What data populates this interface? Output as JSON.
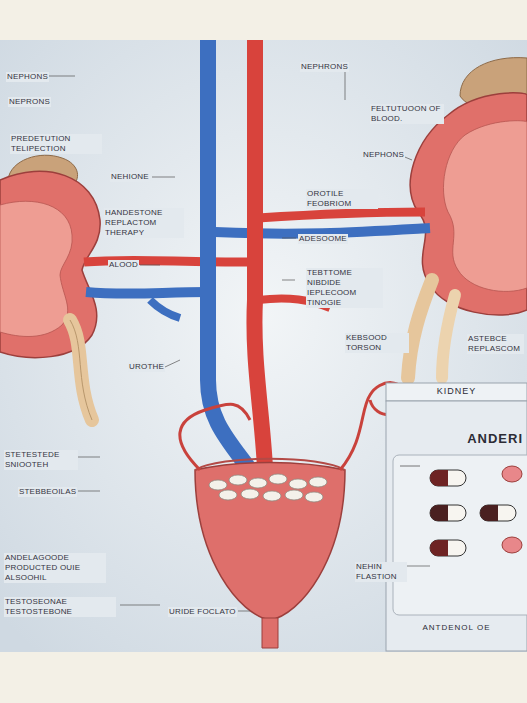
{
  "diagram": {
    "nodes": [
      {
        "text": [
          "KIDNEY",
          "ANDERI",
          "ANTDENOL OE"
        ]
      }
    ],
    "labels": [
      "NEPHONS",
      "NEPHRONS",
      "NEPRONS",
      "FELTUTUOON OF BLOOD.",
      "PREDETUTION TELIPECTION",
      "NEPHONS",
      "NEHIONE",
      "OROTILE FEOBRIOM",
      "HANDESTONE REPLACTOM THERAPY",
      "ADESOOME",
      "ALOOD",
      "TEBTTOME NIBDIDE IEPLECOOM TINOGIE",
      "KEBSOOD TORSON",
      "ASTEBCE REPLASCOM",
      "UROTHE",
      "STETESTEDE SNIOOTEH",
      "STEBBEOILAS",
      "ANDELAGOODE PRODUCTED OUIE ALSOOHIL",
      "NEHIN FLASTION",
      "TESTOSEONAE TESTOSTEBONE",
      "URIDE FOCLATO"
    ]
  }
}
